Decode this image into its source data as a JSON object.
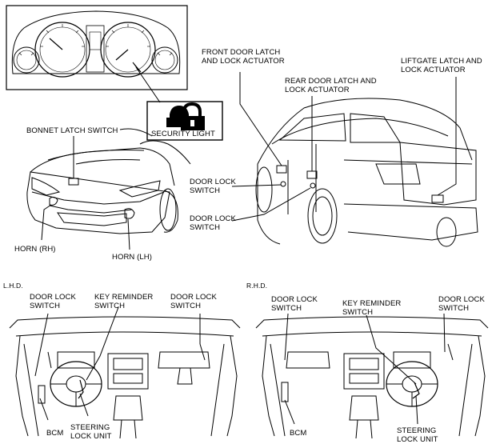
{
  "labels": {
    "security_light": "SECURITY LIGHT",
    "bonnet_latch_switch": "BONNET LATCH SWITCH",
    "horn_rh": "HORN (RH)",
    "horn_lh": "HORN (LH)",
    "front_door_latch": "FRONT DOOR LATCH\nAND LOCK ACTUATOR",
    "rear_door_latch": "REAR DOOR LATCH AND\nLOCK ACTUATOR",
    "liftgate_latch": "LIFTGATE LATCH AND\nLOCK ACTUATOR",
    "door_lock_switch_upper": "DOOR LOCK\nSWITCH",
    "door_lock_switch_lower": "DOOR LOCK\nSWITCH",
    "lhd": "L.H.D.",
    "rhd": "R.H.D.",
    "lhd_door_lock_left": "DOOR LOCK\nSWITCH",
    "lhd_key_reminder": "KEY REMINDER\nSWITCH",
    "lhd_door_lock_right": "DOOR LOCK\nSWITCH",
    "lhd_bcm": "BCM",
    "lhd_steering_lock": "STEERING\nLOCK UNIT",
    "rhd_door_lock_left": "DOOR LOCK\nSWITCH",
    "rhd_key_reminder": "KEY REMINDER\nSWITCH",
    "rhd_door_lock_right": "DOOR LOCK\nSWITCH",
    "rhd_bcm": "BCM",
    "rhd_steering_lock": "STEERING\nLOCK UNIT"
  },
  "icons": {
    "security": "lock-car-icon"
  }
}
